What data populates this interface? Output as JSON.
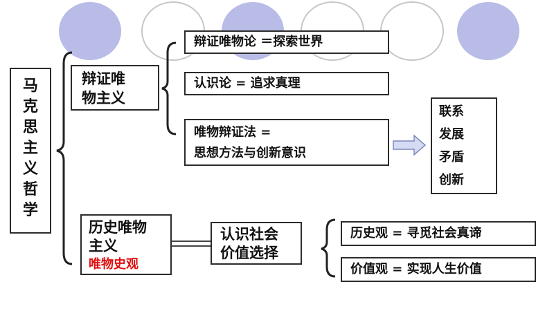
{
  "root": {
    "line1": "马",
    "line2": "克",
    "line3": "思",
    "line4": "主",
    "line5": "义",
    "line6": "哲",
    "line7": "学"
  },
  "dialectical_materialism": {
    "line1": "辩证唯",
    "line2": "物主义"
  },
  "dm_branches": {
    "dialectics_world": "辩证唯物论 ＝探索世界",
    "epistemology": "认识论 = 追求真理",
    "method_line1": "唯物辩证法 =",
    "method_line2": "思想方法与创新意识"
  },
  "method_concepts": [
    "联系",
    "发展",
    "矛盾",
    "创新"
  ],
  "historical_materialism": {
    "line1": "历史唯物",
    "line2": "主义",
    "red_label": "唯物史观"
  },
  "society_values": {
    "line1": "认识社会",
    "line2": "价值选择"
  },
  "sv_branches": {
    "history_view": "历史观 = 寻觅社会真谛",
    "value_view": "价值观 = 实现人生价值"
  },
  "colors": {
    "circle_fill": "#b9bce6",
    "circle_stroke": "#c6c6c6",
    "box_border": "#2b2b2b",
    "red_text": "#e01010",
    "arrow_fill": "#d5dbf2",
    "arrow_stroke": "#7c88bf"
  }
}
